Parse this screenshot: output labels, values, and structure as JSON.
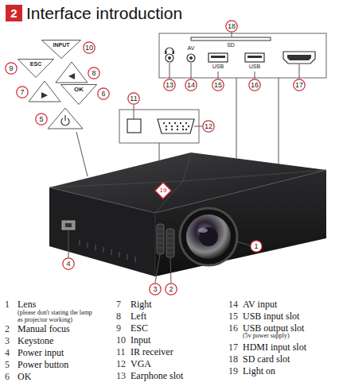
{
  "diagram": {
    "title": "Interface introduction",
    "nodes": [
      {
        "text": [
          "2"
        ]
      },
      {
        "text": [
          "18"
        ]
      },
      {
        "text": [
          "INPUT"
        ]
      },
      {
        "text": [
          "10"
        ]
      },
      {
        "text": [
          "9"
        ]
      },
      {
        "text": [
          "ESC"
        ]
      },
      {
        "text": [
          "8"
        ]
      },
      {
        "text": [
          "13"
        ]
      },
      {
        "text": [
          "14"
        ]
      },
      {
        "text": [
          "15"
        ]
      },
      {
        "text": [
          "16"
        ]
      },
      {
        "text": [
          "17"
        ]
      },
      {
        "text": [
          "7"
        ]
      },
      {
        "text": [
          "OK"
        ]
      },
      {
        "text": [
          "6"
        ]
      },
      {
        "text": [
          "11"
        ]
      },
      {
        "text": [
          "12"
        ]
      },
      {
        "text": [
          "5"
        ]
      },
      {
        "text": [
          "19"
        ]
      },
      {
        "text": [
          "4"
        ]
      },
      {
        "text": [
          "1"
        ]
      },
      {
        "text": [
          "3"
        ]
      },
      {
        "text": [
          "2"
        ]
      }
    ],
    "labels": [
      "SD",
      "AV",
      "USB",
      "USB",
      "1",
      "Lens",
      "(please don't staring the lamp as projector working)",
      "2",
      "Manual focus",
      "3",
      "Keystone",
      "4",
      "Power input",
      "5",
      "Power button",
      "6",
      "OK",
      "7",
      "Right",
      "8",
      "Left",
      "9",
      "ESC",
      "10",
      "Input",
      "11",
      "IR receiver",
      "12",
      "VGA",
      "13",
      "Earphone slot",
      "14",
      "AV input",
      "15",
      "USB input slot",
      "16",
      "USB output slot",
      "(5v power supply)",
      "17",
      "HDMI input slot",
      "18",
      "SD card slot",
      "19",
      "Light on"
    ]
  }
}
